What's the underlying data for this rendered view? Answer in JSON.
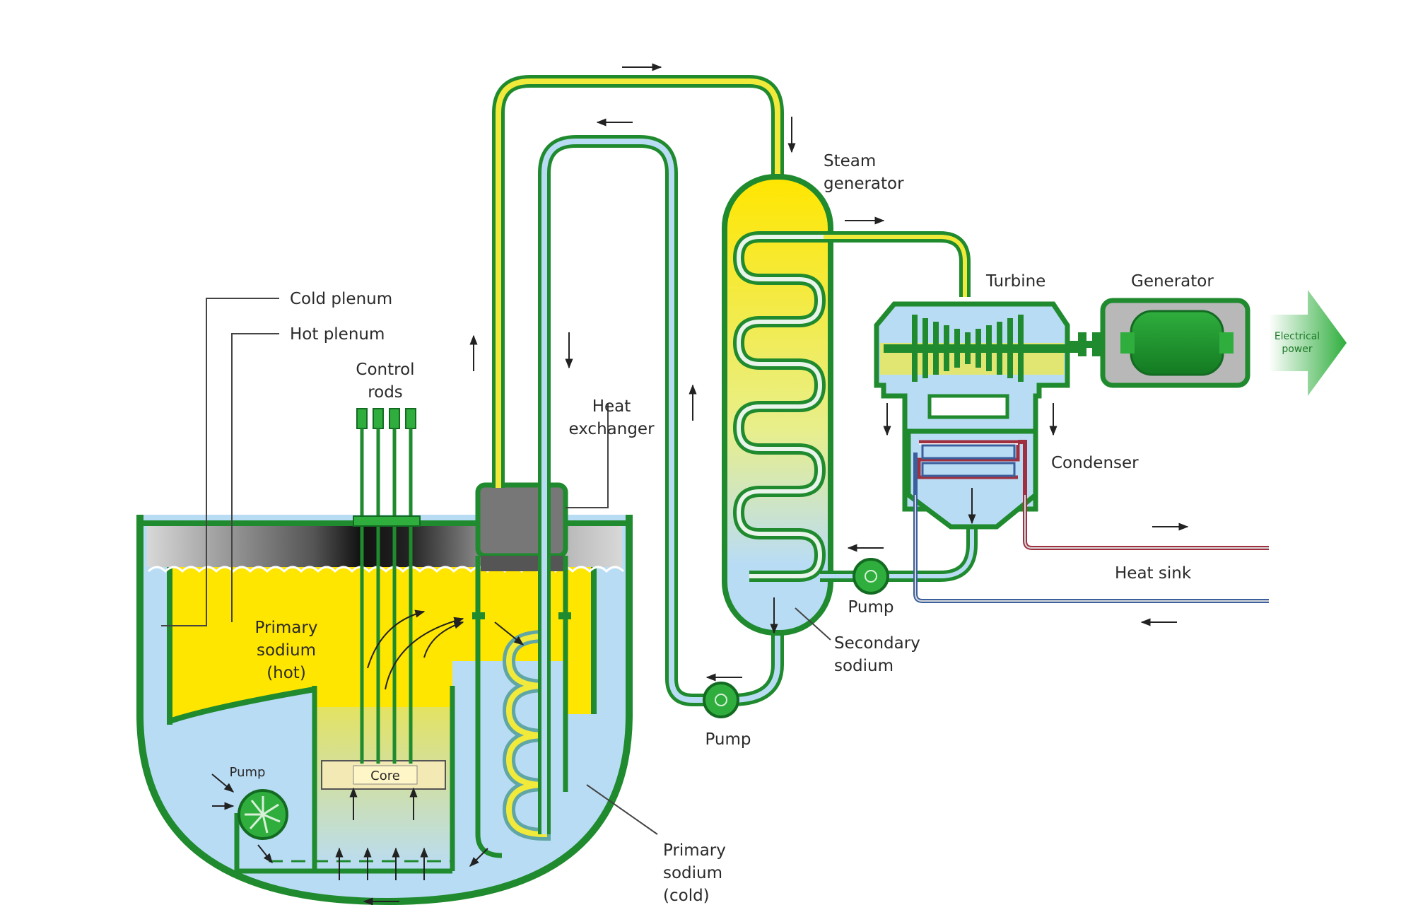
{
  "labels": {
    "cold_plenum": "Cold plenum",
    "hot_plenum": "Hot plenum",
    "control_rods_1": "Control",
    "control_rods_2": "rods",
    "heat_exchanger_1": "Heat",
    "heat_exchanger_2": "exchanger",
    "steam_generator_1": "Steam",
    "steam_generator_2": "generator",
    "turbine": "Turbine",
    "generator": "Generator",
    "electrical_power_1": "Electrical",
    "electrical_power_2": "power",
    "condenser": "Condenser",
    "heat_sink": "Heat sink",
    "pump_secondary": "Pump",
    "pump_steam": "Pump",
    "pump_primary": "Pump",
    "secondary_sodium_1": "Secondary",
    "secondary_sodium_2": "sodium",
    "primary_hot_1": "Primary",
    "primary_hot_2": "sodium",
    "primary_hot_3": "(hot)",
    "primary_cold_1": "Primary",
    "primary_cold_2": "sodium",
    "primary_cold_3": "(cold)",
    "core": "Core"
  },
  "colors": {
    "green": "#1f8a2e",
    "dark_green": "#136b22",
    "sodium_hot": "#ffe600",
    "sodium_cold": "#b9dcf5",
    "secondary_loop": "#5fa6a4",
    "steam_loop": "#f2ea3a",
    "cooling_hot": "#a03040",
    "cooling_cold": "#3a5f9c"
  }
}
